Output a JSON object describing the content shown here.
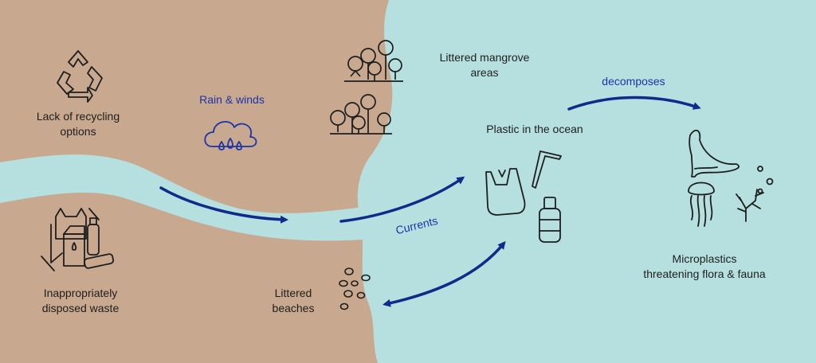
{
  "colors": {
    "land": "#c8a88e",
    "water": "#b6e0df",
    "arrow": "#0f2a8a",
    "ink": "#1e1e1e",
    "label_blue": "#1b35a8"
  },
  "labels": {
    "recycling": [
      "Lack of recycling",
      "options"
    ],
    "waste": [
      "Inappropriately",
      "disposed waste"
    ],
    "rain": "Rain & winds",
    "beaches": [
      "Littered",
      "beaches"
    ],
    "mangrove": [
      "Littered mangrove",
      "areas"
    ],
    "ocean": "Plastic in the ocean",
    "currents": "Currents",
    "decomposes": "decomposes",
    "microplastics": [
      "Microplastics",
      "threatening flora & fauna"
    ]
  },
  "icons": {
    "recycling": "recycle-icon",
    "rain": "rain-cloud-icon",
    "waste": "waste-pile-icon",
    "beach": "pebbles-icon",
    "mangrove": "mangrove-trees-icon",
    "ocean": "plastic-bag-bottle-straw-icon",
    "fauna": "whale-jellyfish-coral-icon"
  }
}
